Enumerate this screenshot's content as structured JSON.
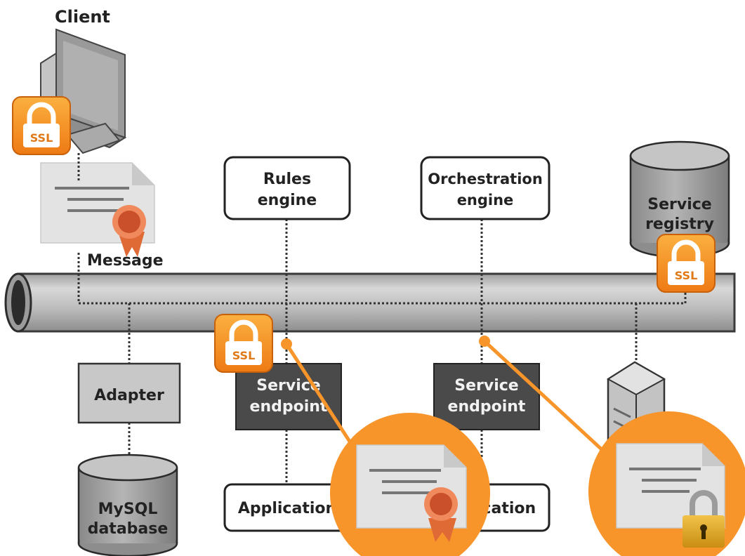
{
  "labels": {
    "client": "Client",
    "message": "Message",
    "rules_line1": "Rules",
    "rules_line2": "engine",
    "orch_line1": "Orchestration",
    "orch_line2": "engine",
    "registry_line1": "Service",
    "registry_line2": "registry",
    "adapter": "Adapter",
    "endpoint1_line1": "Service",
    "endpoint1_line2": "endpoint",
    "endpoint2_line1": "Service",
    "endpoint2_line2": "endpoint",
    "mysql_line1": "MySQL",
    "mysql_line2": "database",
    "app1": "Application",
    "app2": "Application"
  },
  "ssl_text": "SSL",
  "colors": {
    "ssl_orange": "#f29021",
    "callout_orange": "#f7942a",
    "box_gray": "#c8c8c8",
    "endpoint_dark": "#4a4a4a",
    "bus_gray": "#bdbdbd",
    "padlock_gold": "#e3a91e"
  },
  "icons": [
    "desktop-computer-icon",
    "certificate-icon",
    "ssl-lock-icon",
    "server-tower-icon",
    "padlock-icon"
  ]
}
